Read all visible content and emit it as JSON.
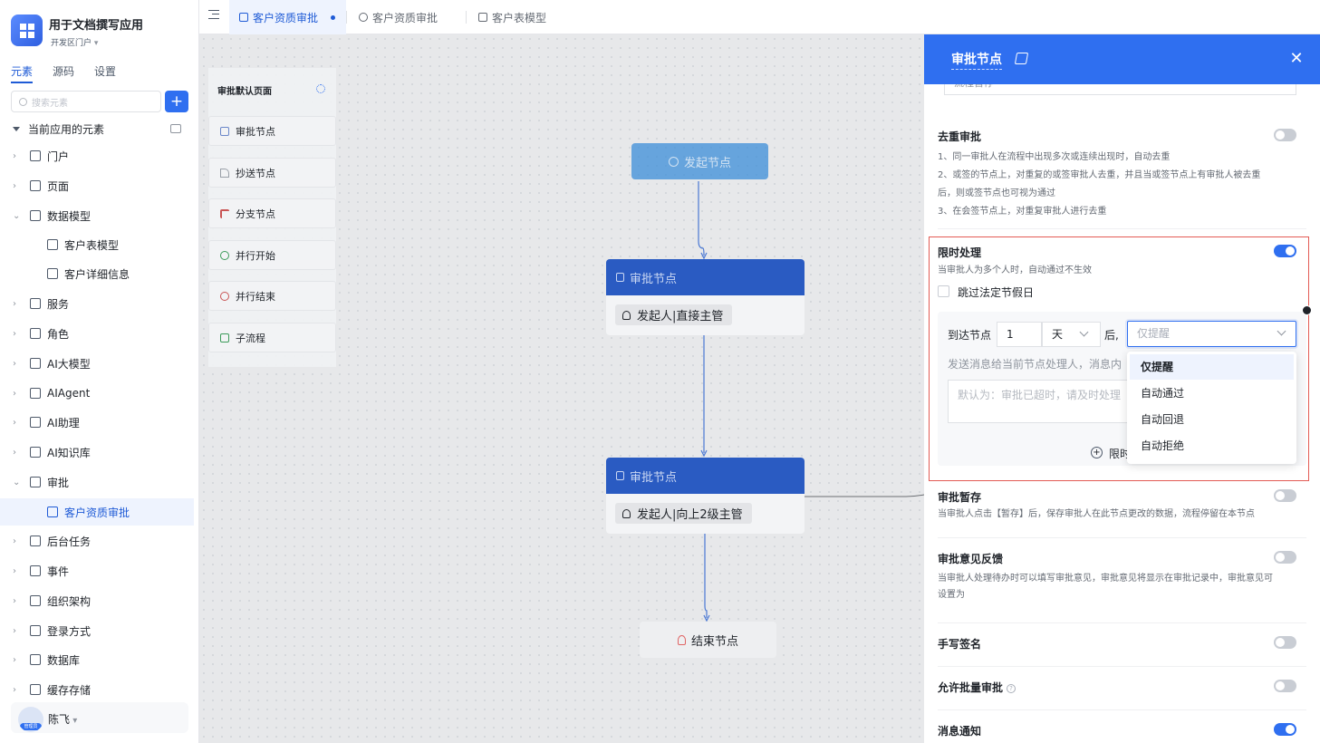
{
  "app": {
    "title": "用于文档撰写应用",
    "subtitle": "开发区门户"
  },
  "side_tabs": [
    "元素",
    "源码",
    "设置"
  ],
  "search": {
    "placeholder": "搜索元素"
  },
  "tree": {
    "header": "当前应用的元素",
    "items": [
      {
        "label": "门户",
        "arrow": "›"
      },
      {
        "label": "页面",
        "arrow": "›"
      },
      {
        "label": "数据模型",
        "arrow": "⌄"
      },
      {
        "label": "客户表模型",
        "arrow": ""
      },
      {
        "label": "客户详细信息",
        "arrow": ""
      },
      {
        "label": "服务",
        "arrow": "›"
      },
      {
        "label": "角色",
        "arrow": "›"
      },
      {
        "label": "AI大模型",
        "arrow": "›"
      },
      {
        "label": "AIAgent",
        "arrow": "›"
      },
      {
        "label": "AI助理",
        "arrow": "›"
      },
      {
        "label": "AI知识库",
        "arrow": "›"
      },
      {
        "label": "审批",
        "arrow": "⌄"
      },
      {
        "label": "客户资质审批",
        "arrow": ""
      },
      {
        "label": "后台任务",
        "arrow": "›"
      },
      {
        "label": "事件",
        "arrow": "›"
      },
      {
        "label": "组织架构",
        "arrow": "›"
      },
      {
        "label": "登录方式",
        "arrow": "›"
      },
      {
        "label": "数据库",
        "arrow": "›"
      },
      {
        "label": "缓存存储",
        "arrow": "›"
      }
    ]
  },
  "user": {
    "name": "陈飞",
    "role": "管理员"
  },
  "tabs": [
    "客户资质审批",
    "客户资质审批",
    "客户表模型"
  ],
  "palette": {
    "title": "审批默认页面",
    "items": [
      "审批节点",
      "抄送节点",
      "分支节点",
      "并行开始",
      "并行结束",
      "子流程"
    ]
  },
  "flow": {
    "start": "发起节点",
    "node1_title": "审批节点",
    "node1_body": "发起人|直接主管",
    "node2_title": "审批节点",
    "node2_body": "发起人|向上2级主管",
    "end": "结束节点"
  },
  "drawer": {
    "title": "审批节点",
    "prev_select": "流程暂停",
    "dedup": {
      "title": "去重审批",
      "desc1": "1、同一审批人在流程中出现多次或连续出现时，自动去重",
      "desc2": "2、或签的节点上，对重复的或签审批人去重，并且当或签节点上有审批人被去重",
      "desc3": "后，则或签节点也可视为通过",
      "desc4": "3、在会签节点上，对重复审批人进行去重"
    },
    "limit": {
      "title": "限时处理",
      "desc": "当审批人为多个人时，自动通过不生效",
      "skip_holiday": "跳过法定节假日",
      "arrive_label": "到达节点",
      "amount": "1",
      "unit": "天",
      "after": "后,",
      "mode_placeholder": "仅提醒",
      "msg_label": "发送消息给当前节点处理人，消息内",
      "msg_placeholder": "默认为：审批已超时，请及时处理",
      "add_label": "限时",
      "options": [
        "仅提醒",
        "自动通过",
        "自动回退",
        "自动拒绝"
      ]
    },
    "pause": {
      "title": "审批暂存",
      "desc": "当审批人点击【暂存】后，保存审批人在此节点更改的数据，流程停留在本节点"
    },
    "feedback": {
      "title": "审批意见反馈",
      "desc1": "当审批人处理待办时可以填写审批意见，审批意见将显示在审批记录中，审批意见可",
      "desc2": "设置为"
    },
    "signature": {
      "title": "手写签名"
    },
    "batch": {
      "title": "允许批量审批"
    },
    "notify": {
      "title": "消息通知"
    }
  },
  "colors": {
    "primary": "#2f6ff0",
    "highlight_border": "#e35b54"
  }
}
